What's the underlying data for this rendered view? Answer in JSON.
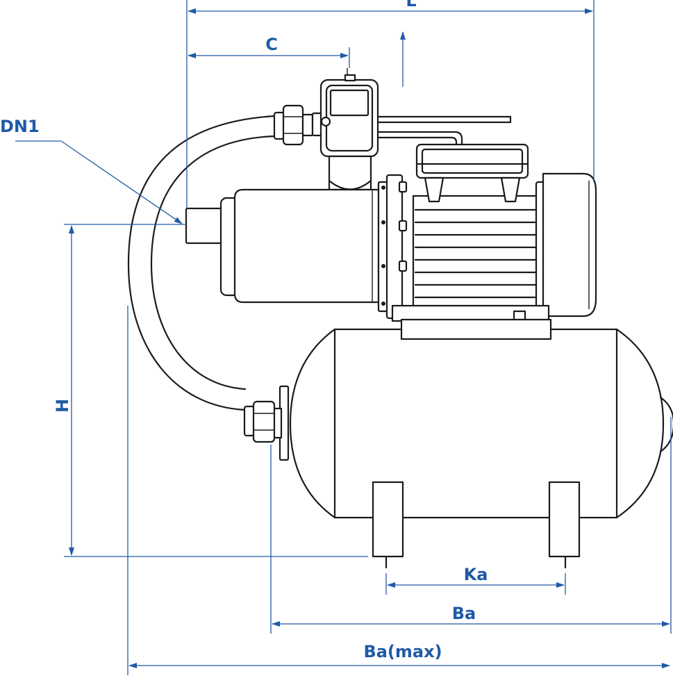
{
  "colors": {
    "dimension": "#1f5aa6",
    "outline": "#1a1a1a",
    "background": "#ffffff"
  },
  "labels": {
    "L": "L",
    "C": "C",
    "DN1": "DN1",
    "H": "H",
    "Ka": "Ka",
    "Ba": "Ba",
    "Bamax": "Ba(max)"
  }
}
